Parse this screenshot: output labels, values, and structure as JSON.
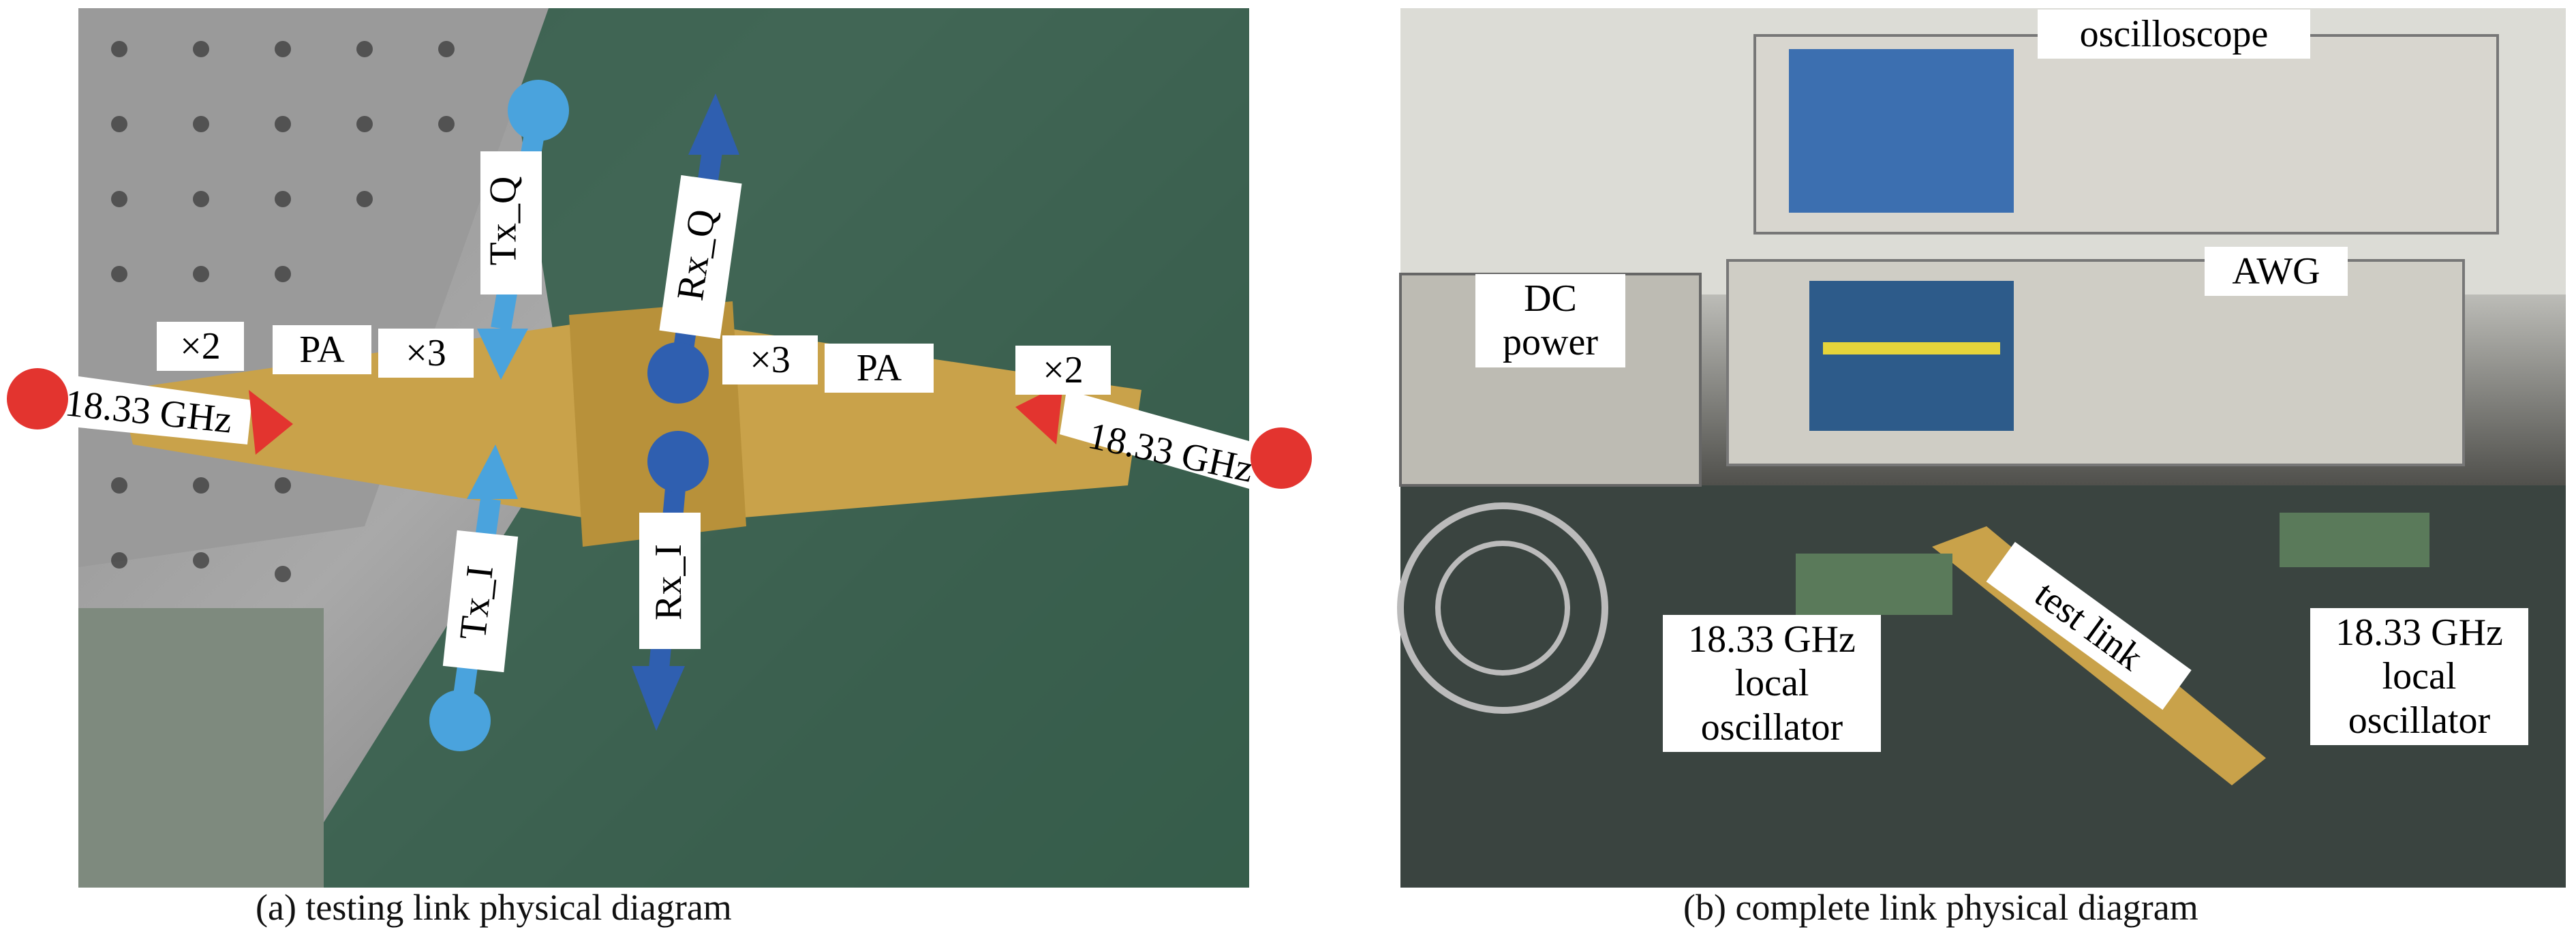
{
  "panel_a": {
    "caption": "(a) testing link physical diagram",
    "labels": {
      "x2_left": "×2",
      "pa_left": "PA",
      "x3_left": "×3",
      "x3_right": "×3",
      "pa_right": "PA",
      "x2_right": "×2",
      "freq_left": "18.33 GHz",
      "freq_right": "18.33 GHz",
      "tx_q": "Tx_Q",
      "rx_q": "Rx_Q",
      "tx_i": "Tx_I",
      "rx_i": "Rx_I"
    },
    "colors": {
      "tx_arrow": "#4aa3dd",
      "rx_arrow": "#2f5fb0",
      "lo_dot": "#e3342f"
    }
  },
  "panel_b": {
    "caption": "(b) complete link physical diagram",
    "labels": {
      "oscilloscope": "oscilloscope",
      "awg": "AWG",
      "dc_power": "DC power",
      "lo_left": "18.33 GHz local oscillator",
      "test_link": "test link",
      "lo_right": "18.33 GHz local oscillator"
    }
  }
}
